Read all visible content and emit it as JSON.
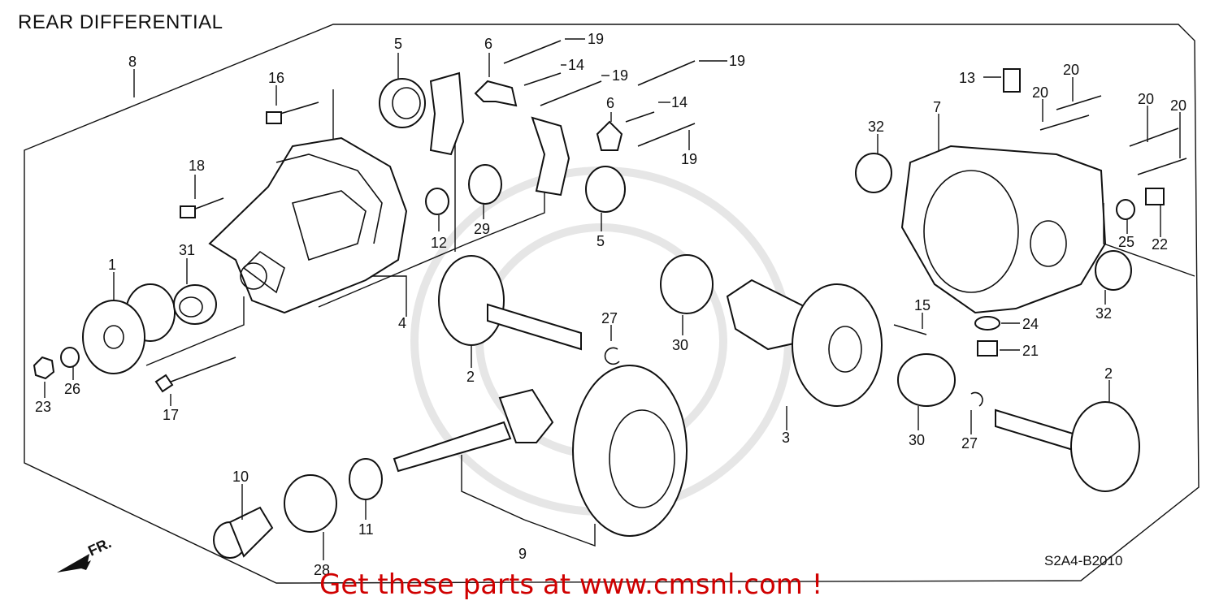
{
  "title": "REAR DIFFERENTIAL",
  "diagram_code": "S2A4-B2010",
  "promo": "Get these parts at www.cmsnl.com !",
  "front_marker": "FR.",
  "callouts": [
    {
      "id": "c8",
      "n": "8"
    },
    {
      "id": "c16",
      "n": "16"
    },
    {
      "id": "c18",
      "n": "18"
    },
    {
      "id": "c31",
      "n": "31"
    },
    {
      "id": "c1",
      "n": "1"
    },
    {
      "id": "c23",
      "n": "23"
    },
    {
      "id": "c26",
      "n": "26"
    },
    {
      "id": "c17",
      "n": "17"
    },
    {
      "id": "c4",
      "n": "4"
    },
    {
      "id": "c5a",
      "n": "5"
    },
    {
      "id": "c6a",
      "n": "6"
    },
    {
      "id": "c19a",
      "n": "19"
    },
    {
      "id": "c14a",
      "n": "14"
    },
    {
      "id": "c19b",
      "n": "19"
    },
    {
      "id": "c19c",
      "n": "19"
    },
    {
      "id": "c6b",
      "n": "6"
    },
    {
      "id": "c14b",
      "n": "14"
    },
    {
      "id": "c19d",
      "n": "19"
    },
    {
      "id": "c12",
      "n": "12"
    },
    {
      "id": "c29",
      "n": "29"
    },
    {
      "id": "c5b",
      "n": "5"
    },
    {
      "id": "c2a",
      "n": "2"
    },
    {
      "id": "c27a",
      "n": "27"
    },
    {
      "id": "c30a",
      "n": "30"
    },
    {
      "id": "c3",
      "n": "3"
    },
    {
      "id": "c10",
      "n": "10"
    },
    {
      "id": "c28",
      "n": "28"
    },
    {
      "id": "c11",
      "n": "11"
    },
    {
      "id": "c9",
      "n": "9"
    },
    {
      "id": "c13",
      "n": "13"
    },
    {
      "id": "c7",
      "n": "7"
    },
    {
      "id": "c32a",
      "n": "32"
    },
    {
      "id": "c20a",
      "n": "20"
    },
    {
      "id": "c20b",
      "n": "20"
    },
    {
      "id": "c20c",
      "n": "20"
    },
    {
      "id": "c20d",
      "n": "20"
    },
    {
      "id": "c25",
      "n": "25"
    },
    {
      "id": "c22",
      "n": "22"
    },
    {
      "id": "c32b",
      "n": "32"
    },
    {
      "id": "c15",
      "n": "15"
    },
    {
      "id": "c24",
      "n": "24"
    },
    {
      "id": "c21",
      "n": "21"
    },
    {
      "id": "c30b",
      "n": "30"
    },
    {
      "id": "c27b",
      "n": "27"
    },
    {
      "id": "c2b",
      "n": "2"
    }
  ]
}
